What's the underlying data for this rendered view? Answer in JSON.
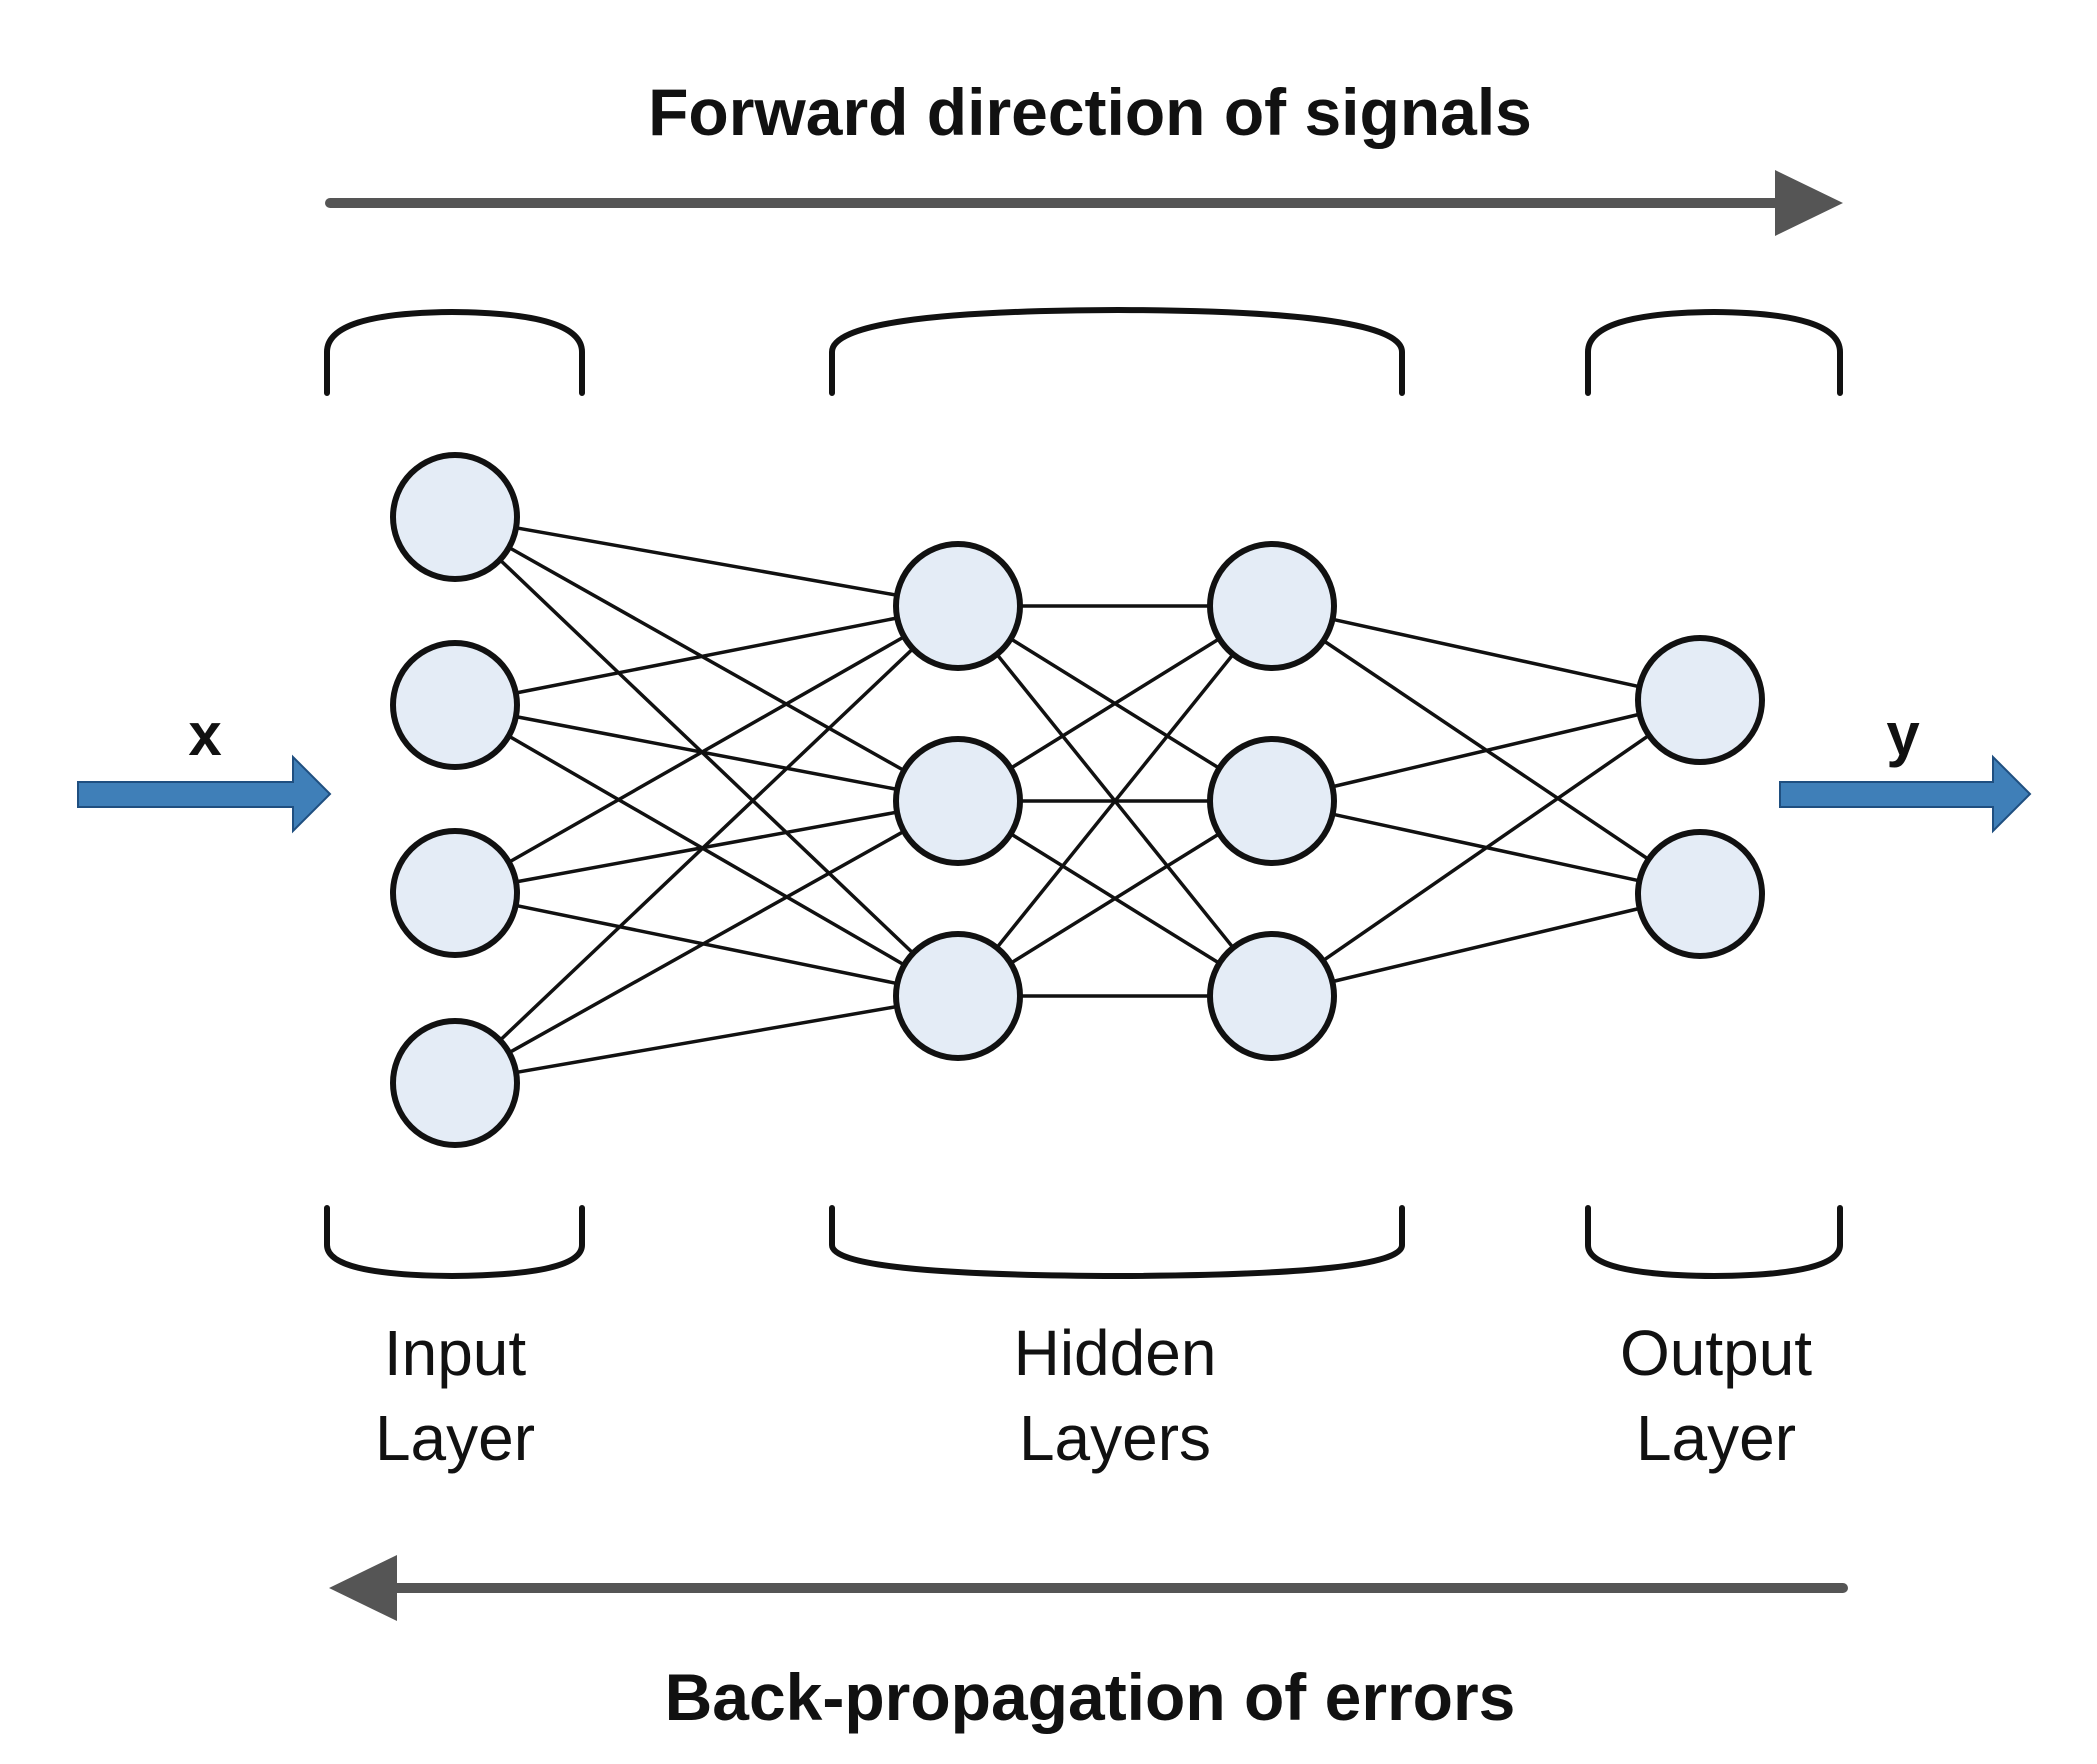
{
  "title_forward": "Forward direction of signals",
  "title_backward": "Back-propagation of errors",
  "input_symbol": "x",
  "output_symbol": "y",
  "layers": [
    {
      "line1": "Input",
      "line2": "Layer",
      "nodes": 4
    },
    {
      "line1": "Hidden",
      "line2": "Layers",
      "nodes": 3,
      "hidden_columns": 2
    },
    {
      "line1": "Output",
      "line2": "Layer",
      "nodes": 2
    }
  ],
  "colors": {
    "node_fill": "#e4ecf6",
    "io_arrow": "#3f7fb8",
    "flow_arrow": "#555555"
  }
}
